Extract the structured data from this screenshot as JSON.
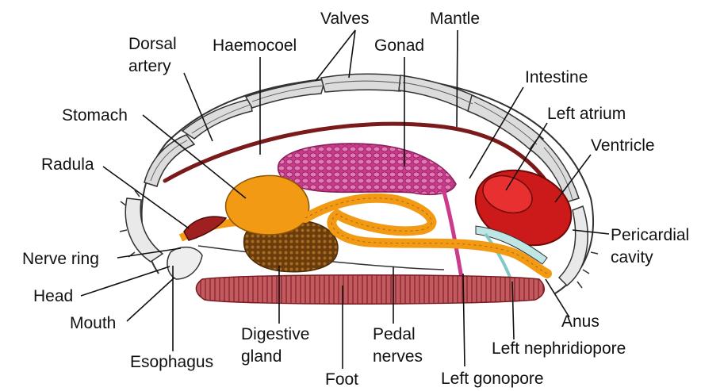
{
  "labels": {
    "valves": "Valves",
    "mantle": "Mantle",
    "dorsal_artery_1": "Dorsal",
    "dorsal_artery_2": "artery",
    "haemocoel": "Haemocoel",
    "gonad": "Gonad",
    "intestine": "Intestine",
    "stomach": "Stomach",
    "left_atrium": "Left atrium",
    "ventricle": "Ventricle",
    "radula": "Radula",
    "pericardial_cavity_1": "Pericardial",
    "pericardial_cavity_2": "cavity",
    "nerve_ring": "Nerve ring",
    "head": "Head",
    "mouth": "Mouth",
    "anus": "Anus",
    "digestive_gland_1": "Digestive",
    "digestive_gland_2": "gland",
    "pedal_nerves_1": "Pedal",
    "pedal_nerves_2": "nerves",
    "left_nephridiopore": "Left nephridiopore",
    "esophagus": "Esophagus",
    "foot": "Foot",
    "left_gonopore": "Left gonopore"
  },
  "colors": {
    "digestive_tract": "#f29a14",
    "digestive_gland": "#7a4a10",
    "gonad": "#cc3a8c",
    "dorsal_artery": "#7a1a1a",
    "heart": "#cc1a1a",
    "foot": "#b84a50",
    "shell_plate": "#d8d8d8",
    "nephridium": "#bfe6e4"
  }
}
